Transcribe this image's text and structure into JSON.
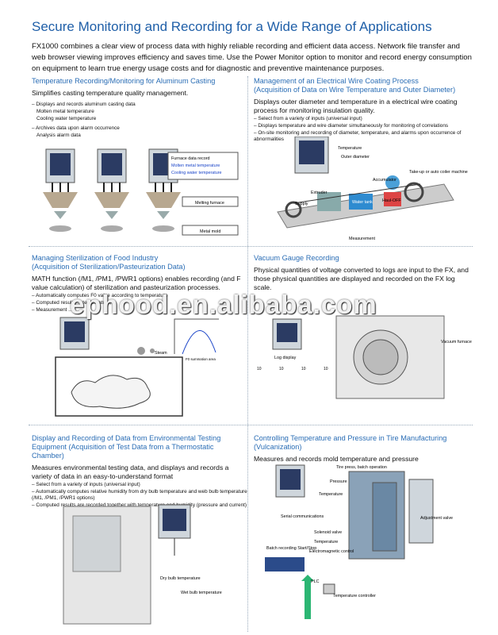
{
  "title": "Secure Monitoring and Recording for a Wide Range of Applications",
  "intro": "FX1000 combines a clear view of process data with highly reliable recording and efficient data access. Network file transfer and web browser viewing improves efficiency and saves time. Use the Power Monitor option to monitor and record energy consumption on equipment to learn true energy usage costs and for diagnostic and preventive maintenance purposes.",
  "watermark": "ephood.en.alibaba.com",
  "panels": {
    "p1": {
      "title": "Temperature Recording/Monitoring for Aluminum Casting",
      "subtitle": "",
      "desc": "Simplifies casting temperature quality management.",
      "b1": "– Displays and records aluminum casting data",
      "b1a": "Molten metal temperature",
      "b1b": "Cooling water temperature",
      "b2": "– Archives data upon alarm occurrence",
      "b2a": "Analysis alarm data",
      "label_record": "Furnace data record",
      "label_molten": "Molten metal temperature",
      "label_cooling": "Cooling water temperature",
      "label_furnace": "Melting furnace",
      "label_mold": "Metal mold"
    },
    "p2": {
      "title": "Management of an Electrical Wire Coating Process",
      "subtitle": "(Acquisition of Data on Wire Temperature and Outer Diameter)",
      "desc": "Displays outer diameter and temperature in a electrical wire coating process for monitoring insulation quality.",
      "b1": "– Select from a variety of inputs (universal input)",
      "b2": "– Displays temperature and wire diameter simultaneously for monitoring of correlations",
      "b3": "– On-site monitoring and recording of diameter, temperature, and alarms upon occurrence of abnormalities",
      "l_temp": "Temperature",
      "l_outer": "Outer diameter",
      "l_acc": "Accumulator",
      "l_take": "Take-up or auto coiler machine",
      "l_ext": "Extruder",
      "l_supply": "Supply",
      "l_water": "Water tank",
      "l_haul": "Haul-OFF",
      "l_meas": "Measurement"
    },
    "p3": {
      "title": "Managing Sterilization of Food Industry",
      "subtitle": "(Acquisition of Sterilization/Pasteurization Data)",
      "desc": "MATH function (/M1, /PM1, /PWR1 options) enables recording (and F value calculation) of sterilization and pasteurization processes.",
      "b1": "– Automatically computes F0 value according to temperature",
      "b2": "– Computed results ... temperature, ...",
      "b3": "– Measurement ...",
      "l_steam": "Steam",
      "l_f0": "F0 summation area"
    },
    "p4": {
      "title": "Vacuum Gauge Recording",
      "subtitle": "",
      "desc": "Physical quantities of voltage converted to logs are input to the FX, and those physical quantities are displayed and recorded on the FX log scale.",
      "l_log": "Log display",
      "l_furnace": "Vacuum furnace",
      "t1": "10",
      "t2": "10",
      "t3": "10",
      "t4": "10",
      "t5": "10"
    },
    "p5": {
      "title": "Display and Recording of Data from Environmental Testing",
      "subtitle": "Equipment (Acquisition of Test Data from a Thermostatic Chamber)",
      "desc": "Measures environmental testing data, and displays and records a variety of data in an easy-to-understand format",
      "b1": "– Select from a variety of inputs (universal input)",
      "b2": "– Automatically computes relative humidity from dry bulb temperature and web bulb temperature (/M1, /PM1, /PWR1 options)",
      "b3": "– Computed results are recorded together with temperature and humidity (pressure and current)",
      "l_dry": "Dry bulb temperature",
      "l_wet": "Wet bulb temperature"
    },
    "p6": {
      "title": "Controlling Temperature and Pressure in Tire Manufacturing",
      "subtitle": "(Vulcanization)",
      "desc": "Measures and records mold temperature and pressure",
      "l_tire": "Tire press, batch operation",
      "l_pressure": "Pressure",
      "l_temp": "Temperature",
      "l_serial": "Serial communications",
      "l_solenoid": "Solenoid valve",
      "l_temp2": "Temperature",
      "l_adj": "Adjustment valve",
      "l_batch": "Batch recording Start/Stop",
      "l_emag": "Electromagnetic control",
      "l_plc": "PLC",
      "l_tc": "Temperature controller"
    }
  },
  "colors": {
    "accent": "#1f5fa8",
    "subtitle": "#2a6db5",
    "highlight": "#1a44c8"
  }
}
